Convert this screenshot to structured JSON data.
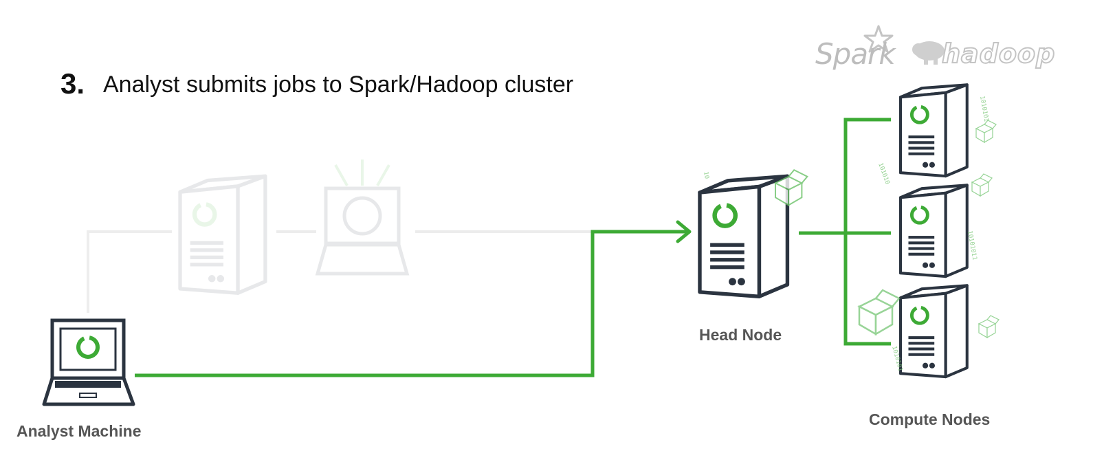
{
  "step": {
    "number": "3.",
    "title": "Analyst submits jobs to Spark/Hadoop cluster"
  },
  "logos": {
    "spark": "Spark",
    "hadoop": "hadoop"
  },
  "nodes": {
    "analyst": {
      "label": "Analyst Machine"
    },
    "head": {
      "label": "Head Node"
    },
    "compute": {
      "label": "Compute Nodes"
    }
  },
  "colors": {
    "accent": "#3daa35",
    "outline": "#2b3440",
    "faded": "#e6e6e6",
    "label": "#555555"
  }
}
